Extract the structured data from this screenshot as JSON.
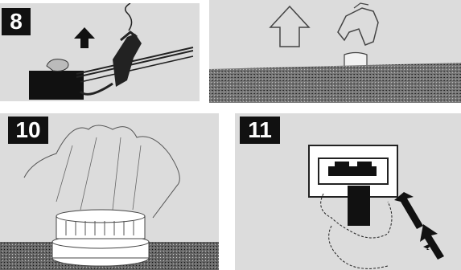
{
  "steps": [
    {
      "number": "8"
    },
    {
      "number": "10"
    },
    {
      "number": "11"
    }
  ]
}
